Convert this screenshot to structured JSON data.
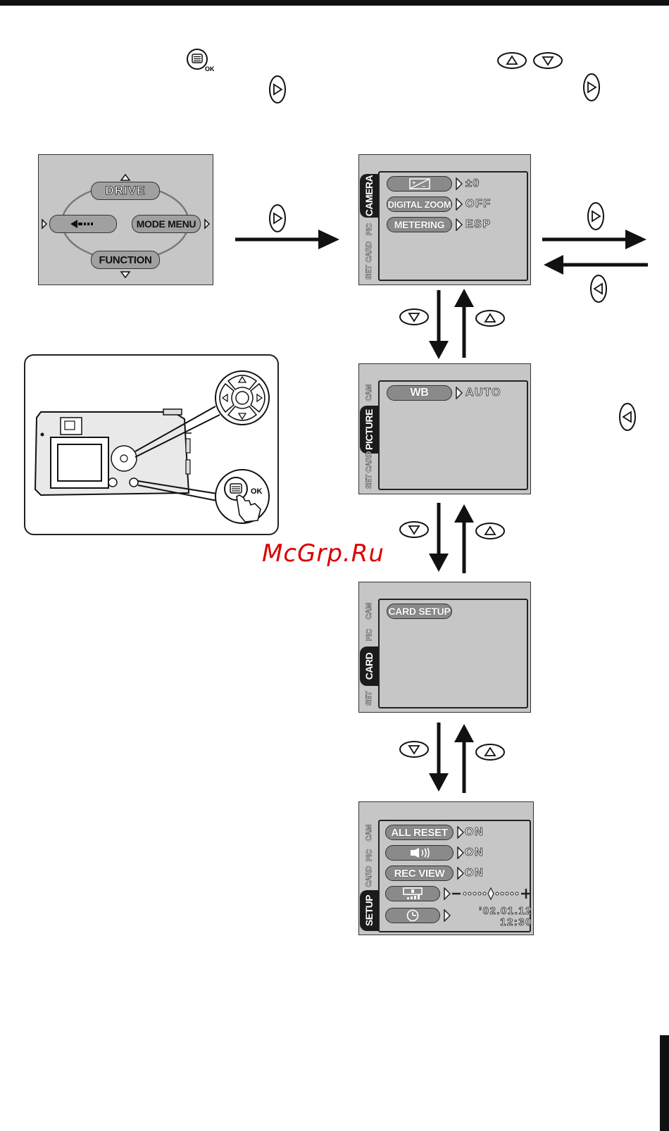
{
  "watermark": "McGrp.Ru",
  "mode_menu_screen": {
    "drive_label": "DRIVE",
    "mode_menu_label": "MODE MENU",
    "function_label": "FUNCTION",
    "ok_label": "OK"
  },
  "camera_tab_screen": {
    "tabs": [
      "CAMERA",
      "PIC",
      "CARD",
      "SET"
    ],
    "rows": [
      {
        "value": "±0"
      },
      {
        "label": "DIGITAL ZOOM",
        "value": "OFF"
      },
      {
        "label": "METERING",
        "value": "ESP"
      }
    ]
  },
  "picture_tab_screen": {
    "tabs": [
      "CAM",
      "PICTURE",
      "CARD",
      "SET"
    ],
    "rows": [
      {
        "label": "WB",
        "value": "AUTO"
      }
    ]
  },
  "card_tab_screen": {
    "tabs": [
      "CAM",
      "PIC",
      "CARD",
      "SET"
    ],
    "rows": [
      {
        "label": "CARD SETUP"
      }
    ]
  },
  "setup_tab_screen": {
    "tabs": [
      "CAM",
      "PIC",
      "CARD",
      "SETUP"
    ],
    "rows": [
      {
        "label": "ALL RESET",
        "value": "ON"
      },
      {
        "value": "ON"
      },
      {
        "label": "REC VIEW",
        "value": "ON"
      },
      {
        "value": ""
      },
      {
        "value_date": "’02.01.12",
        "value_time": "12:30"
      }
    ]
  }
}
